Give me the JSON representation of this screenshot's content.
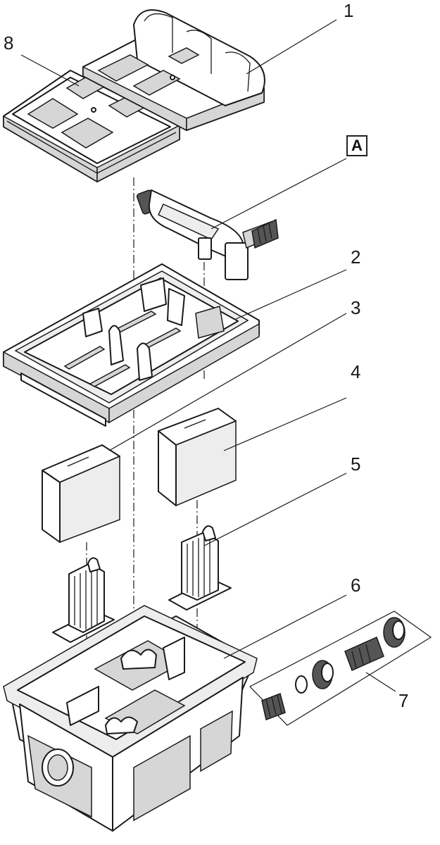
{
  "diagram": {
    "callouts": {
      "p1": "1",
      "p2": "2",
      "p3": "3",
      "p4": "4",
      "p5": "5",
      "p6": "6",
      "p7": "7",
      "p8": "8",
      "a": "A"
    }
  }
}
